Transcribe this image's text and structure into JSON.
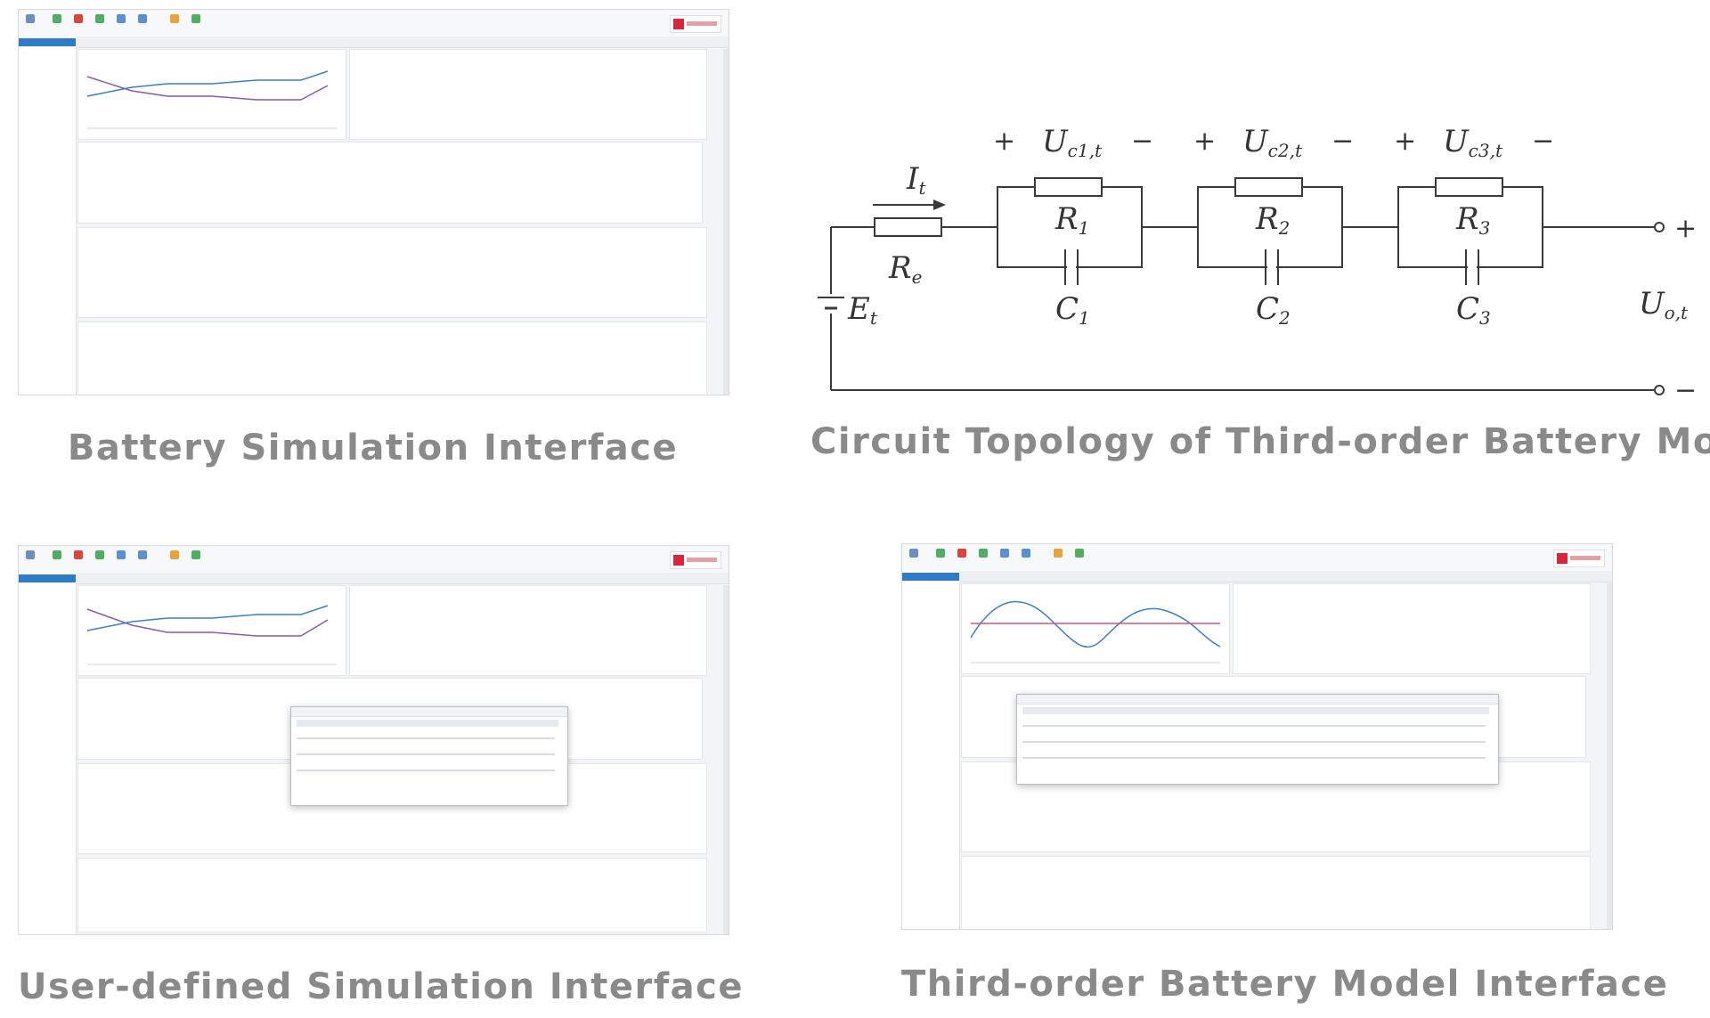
{
  "captions": {
    "top_left": "Battery Simulation Interface",
    "top_right": "Circuit Topology of Third-order Battery Model",
    "bottom_left": "User-defined Simulation Interface",
    "bottom_right": "Third-order Battery Model Interface"
  },
  "circuit": {
    "current_label": "I",
    "current_sub": "t",
    "re_label": "R",
    "re_sub": "e",
    "source_label": "E",
    "source_sub": "t",
    "output_label": "U",
    "output_sub": "o,t",
    "plus": "+",
    "minus": "−",
    "stages": [
      {
        "u": "U",
        "u_sub": "c1,t",
        "r": "R",
        "r_sub": "1",
        "c": "C",
        "c_sub": "1"
      },
      {
        "u": "U",
        "u_sub": "c2,t",
        "r": "R",
        "r_sub": "2",
        "c": "C",
        "c_sub": "2"
      },
      {
        "u": "U",
        "u_sub": "c3,t",
        "r": "R",
        "r_sub": "3",
        "c": "C",
        "c_sub": "3"
      }
    ]
  },
  "colors": {
    "caption": "#8a8a8a",
    "curve_blue": "#3d7ec9",
    "curve_purple": "#8a5aa8",
    "accent": "#2e7cc7",
    "logo_red": "#d9263b"
  }
}
